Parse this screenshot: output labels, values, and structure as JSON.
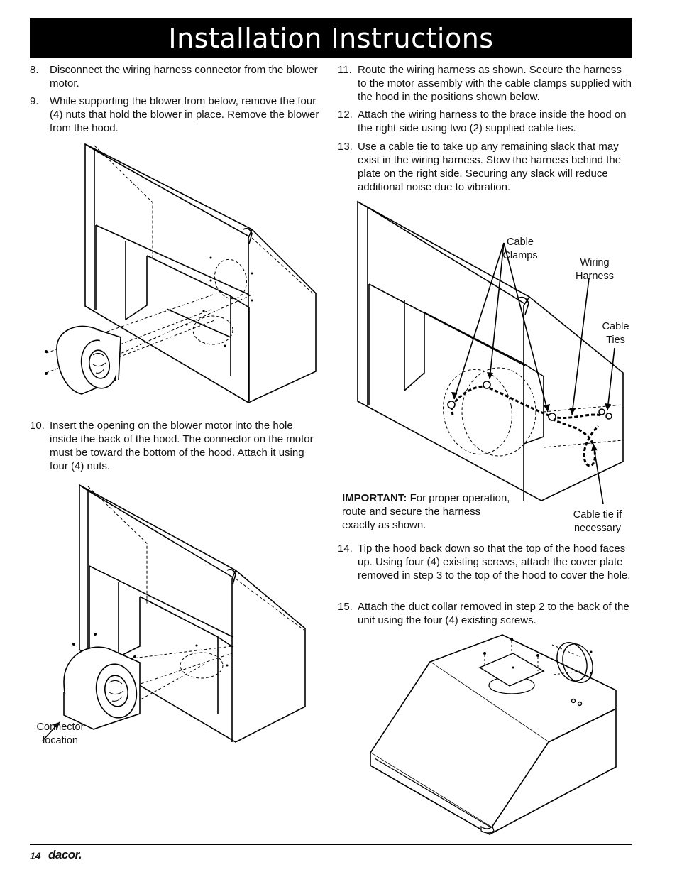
{
  "header": {
    "title": "Installation Instructions"
  },
  "steps": [
    {
      "num": "8.",
      "text": "Disconnect the wiring harness connector from the blower motor."
    },
    {
      "num": "9.",
      "text": "While supporting the blower from below, remove the four (4) nuts that hold the blower in place. Remove the blower from the hood."
    },
    {
      "num": "10.",
      "text": "Insert the opening on the blower motor into the hole inside the back of the hood. The connector on the motor must be toward the bottom of the hood. Attach it using four (4) nuts."
    },
    {
      "num": "11.",
      "text": "Route the wiring harness as shown. Secure the harness to the motor assembly with the cable clamps supplied with the hood in the positions shown below."
    },
    {
      "num": "12.",
      "text": "Attach the wiring harness to the brace inside the hood on the right side using two (2) supplied cable ties."
    },
    {
      "num": "13.",
      "text": "Use a cable tie to take up any remaining slack that may exist in the wiring harness. Stow the harness behind the plate on the right side. Securing any slack will reduce additional noise due to vibration."
    },
    {
      "num": "14.",
      "text": "Tip the hood back down so that the top of the hood faces up. Using four (4) existing screws, attach the cover plate removed in step 3 to the top of the hood to cover the hole."
    },
    {
      "num": "15.",
      "text": "Attach the duct collar removed in step 2 to the back of the unit using the four (4) existing screws."
    }
  ],
  "labels": {
    "cable_clamps": "Cable Clamps",
    "wiring_harness": "Wiring Harness",
    "cable_ties": "Cable Ties",
    "cable_tie_if_necessary": "Cable tie if necessary",
    "connector_location": "Connector location"
  },
  "important": {
    "title": "IMPORTANT:",
    "text": "For proper operation, route and secure the harness exactly as shown."
  },
  "footer": {
    "page_number": "14",
    "brand": "dacor."
  }
}
